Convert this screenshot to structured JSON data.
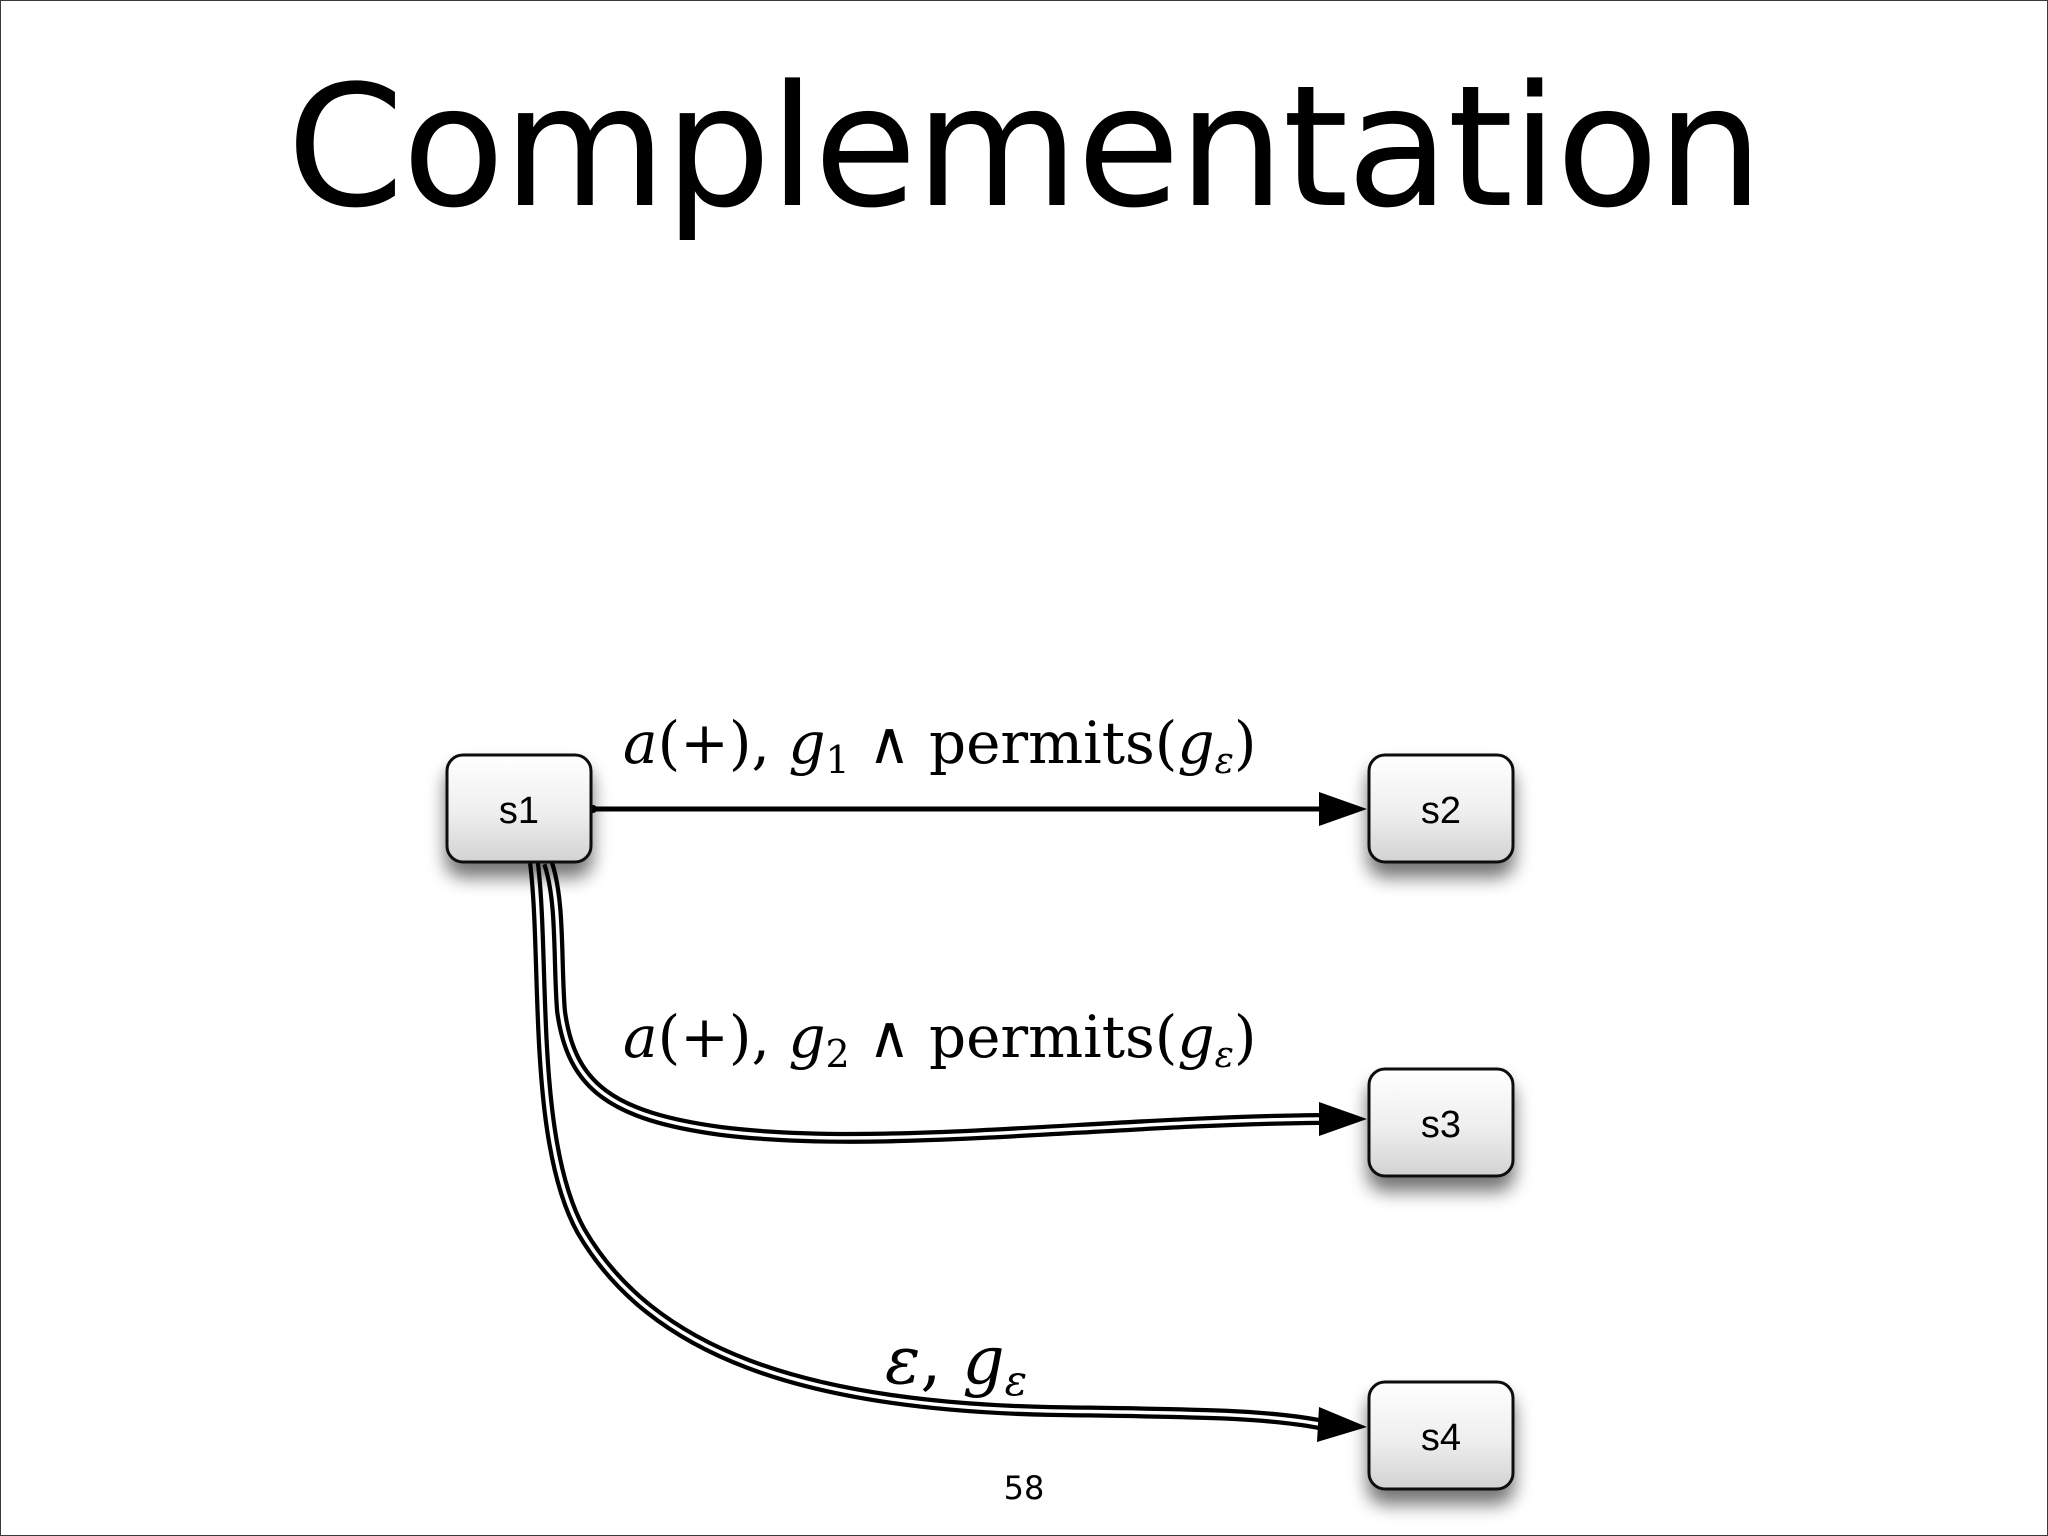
{
  "slide": {
    "title": "Complementation",
    "page_number": "58"
  },
  "diagram": {
    "states": [
      {
        "id": "s1",
        "label": "s1"
      },
      {
        "id": "s2",
        "label": "s2"
      },
      {
        "id": "s3",
        "label": "s3"
      },
      {
        "id": "s4",
        "label": "s4"
      }
    ],
    "transitions": [
      {
        "from": "s1",
        "to": "s2",
        "label": "a(+), g1 ∧ permits(gε)",
        "parts": {
          "action": "a",
          "sign": "(+), ",
          "guard": "g",
          "guard_sub": "1",
          "conj": " ∧ permits(",
          "eps_guard": "g",
          "eps_sub": "ε",
          "close": ")"
        }
      },
      {
        "from": "s1",
        "to": "s3",
        "label": "a(+), g2 ∧ permits(gε)",
        "parts": {
          "action": "a",
          "sign": "(+), ",
          "guard": "g",
          "guard_sub": "2",
          "conj": " ∧ permits(",
          "eps_guard": "g",
          "eps_sub": "ε",
          "close": ")"
        }
      },
      {
        "from": "s1",
        "to": "s4",
        "label": "ε, gε",
        "parts": {
          "eps": "ε",
          "sep": ", ",
          "guard": "g",
          "guard_sub": "ε"
        }
      }
    ]
  }
}
